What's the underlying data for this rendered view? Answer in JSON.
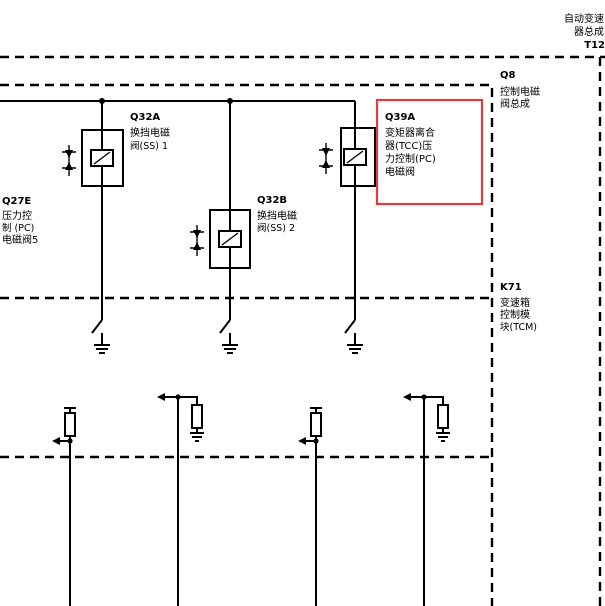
{
  "header": {
    "line1": "自动变速",
    "line2": "器总成",
    "line3": "T12"
  },
  "modules": {
    "q8": {
      "ref": "Q8",
      "line1": "控制电磁",
      "line2": "阀总成"
    },
    "k71": {
      "ref": "K71",
      "line1": "变速箱",
      "line2": "控制模",
      "line3": "块(TCM)"
    }
  },
  "components": {
    "q27e": {
      "ref": "Q27E",
      "line1": "压力控",
      "line2": "制 (PC)",
      "line3": "电磁阀5"
    },
    "q32a": {
      "ref": "Q32A",
      "line1": "换挡电磁",
      "line2": "阀(SS) 1"
    },
    "q32b": {
      "ref": "Q32B",
      "line1": "换挡电磁",
      "line2": "阀(SS) 2"
    },
    "q39a": {
      "ref": "Q39A",
      "line1": "变矩器离合",
      "line2": "器(TCC)压",
      "line3": "力控制(PC)",
      "line4": "电磁阀"
    }
  },
  "highlight": {
    "color": "#e03c3c",
    "target": "Q39A"
  },
  "colors": {
    "line": "#000000",
    "background": "#ffffff"
  }
}
